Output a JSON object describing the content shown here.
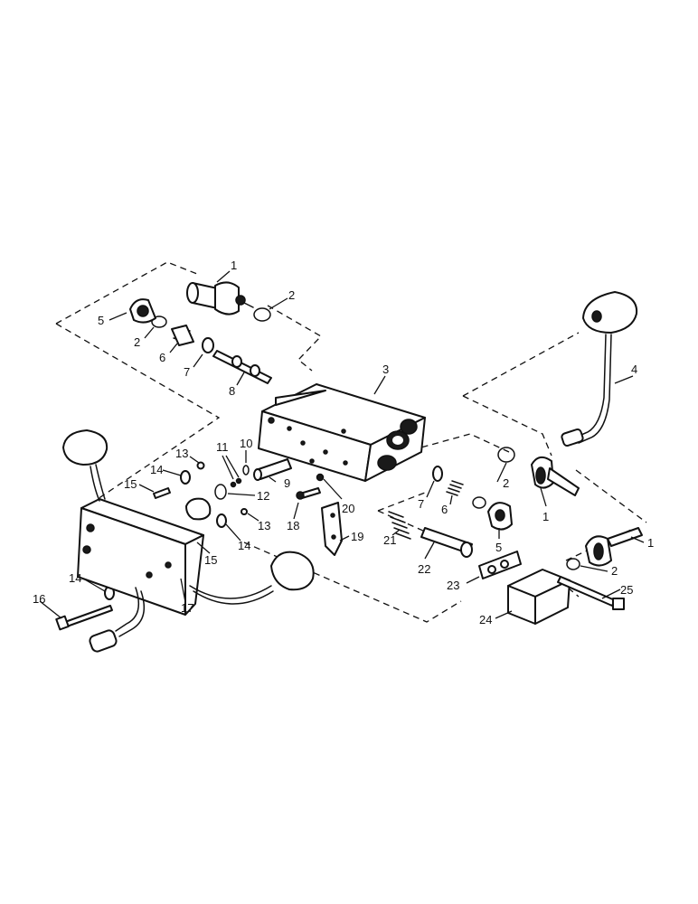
{
  "callouts": {
    "c1a": "1",
    "c1b": "1",
    "c1c": "1",
    "c2a": "2",
    "c2b": "2",
    "c2c": "2",
    "c2d": "2",
    "c3": "3",
    "c4": "4",
    "c5a": "5",
    "c5b": "5",
    "c6a": "6",
    "c6b": "6",
    "c7a": "7",
    "c7b": "7",
    "c8": "8",
    "c9": "9",
    "c10": "10",
    "c11": "11",
    "c12": "12",
    "c13a": "13",
    "c13b": "13",
    "c14a": "14",
    "c14b": "14",
    "c14c": "14",
    "c15a": "15",
    "c15b": "15",
    "c16": "16",
    "c17": "17",
    "c18": "18",
    "c19": "19",
    "c20": "20",
    "c21": "21",
    "c22": "22",
    "c23": "23",
    "c24": "24",
    "c25": "25"
  }
}
